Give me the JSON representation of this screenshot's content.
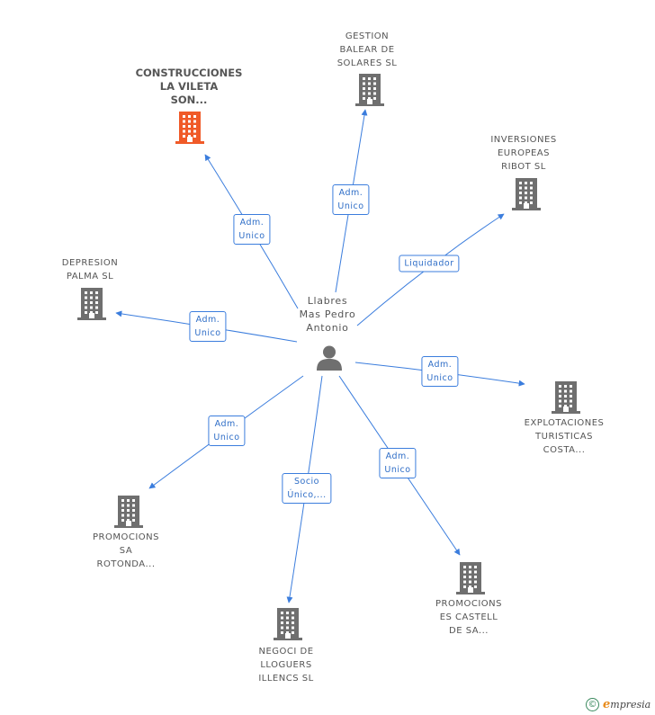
{
  "center": {
    "label": "Llabres\nMas Pedro\nAntonio",
    "icon": "person-icon"
  },
  "companies": [
    {
      "id": "construcciones",
      "label": "CONSTRUCCIONES\nLA VILETA\nSON...",
      "highlight": true
    },
    {
      "id": "gestion",
      "label": "GESTION\nBALEAR DE\nSOLARES  SL"
    },
    {
      "id": "inversiones",
      "label": "INVERSIONES\nEUROPEAS\nRIBOT SL"
    },
    {
      "id": "depresion",
      "label": "DEPRESION\nPALMA SL"
    },
    {
      "id": "explotaciones",
      "label": "EXPLOTACIONES\nTURISTICAS\nCOSTA..."
    },
    {
      "id": "rotonda",
      "label": "PROMOCIONS\nSA\nROTONDA..."
    },
    {
      "id": "negoci",
      "label": "NEGOCI DE\nLLOGUERS\nILLENCS SL"
    },
    {
      "id": "castell",
      "label": "PROMOCIONS\nES CASTELL\nDE SA..."
    }
  ],
  "relations": [
    {
      "to": "construcciones",
      "label": "Adm.\nUnico"
    },
    {
      "to": "gestion",
      "label": "Adm.\nUnico"
    },
    {
      "to": "inversiones",
      "label": "Liquidador"
    },
    {
      "to": "depresion",
      "label": "Adm.\nUnico"
    },
    {
      "to": "explotaciones",
      "label": "Adm.\nUnico"
    },
    {
      "to": "rotonda",
      "label": "Adm.\nUnico"
    },
    {
      "to": "negoci",
      "label": "Socio\nÚnico,..."
    },
    {
      "to": "castell",
      "label": "Adm.\nUnico"
    }
  ],
  "colors": {
    "edge": "#3b7ddd",
    "building": "#6f6f6f",
    "highlight": "#f05a28"
  },
  "footer": {
    "copyright": "©",
    "brand_initial": "e",
    "brand_rest": "mpresia"
  }
}
